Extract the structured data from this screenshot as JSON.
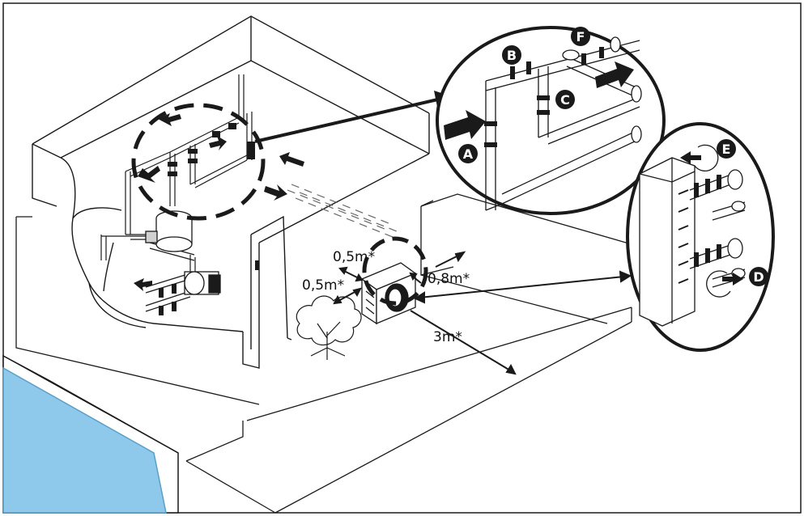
{
  "colors": {
    "line": "#1a1a1a",
    "pool_water": "#8ec8ea",
    "pool_edge": "#5a9fc8",
    "background": "#ffffff"
  },
  "dimensions": {
    "top": "0,5m*",
    "left": "0,5m*",
    "right": "0,8m*",
    "front": "3m*"
  },
  "connection_labels": {
    "a": "A",
    "b": "B",
    "c": "C",
    "d": "D",
    "e": "E",
    "f": "F"
  }
}
